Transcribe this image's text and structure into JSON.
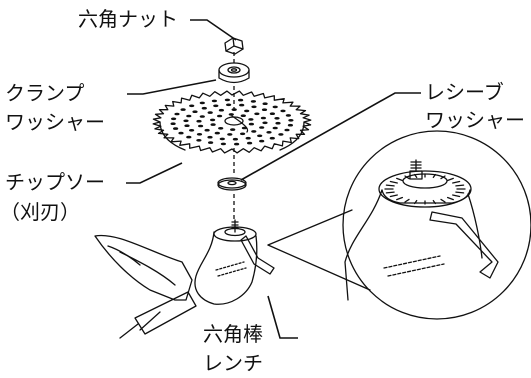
{
  "labels": {
    "hex_nut": "六角ナット",
    "clamp_washer_1": "クランプ",
    "clamp_washer_2": "ワッシャー",
    "receive_washer_1": "レシーブ",
    "receive_washer_2": "ワッシャー",
    "tip_saw_1": "チップソー",
    "tip_saw_2": "（刈刃）",
    "hex_wrench_1": "六角棒",
    "hex_wrench_2": "レンチ"
  }
}
